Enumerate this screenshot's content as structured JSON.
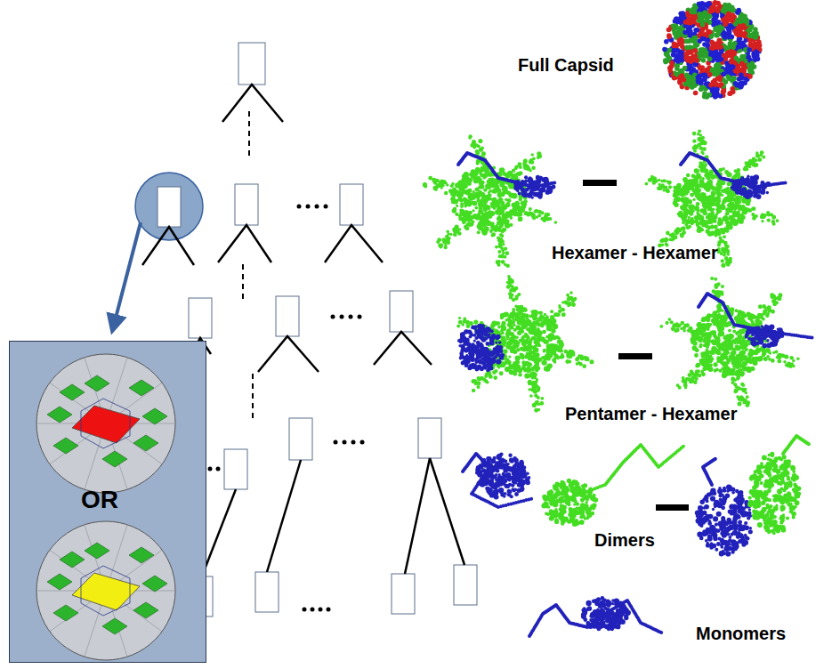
{
  "diagram": {
    "nodes": [
      {
        "text": [
          "OR"
        ]
      }
    ],
    "labels": [
      "Full Capsid",
      "Hexamer - Hexamer",
      "Pentamer - Hexamer",
      "Dimers",
      "Monomers"
    ]
  }
}
